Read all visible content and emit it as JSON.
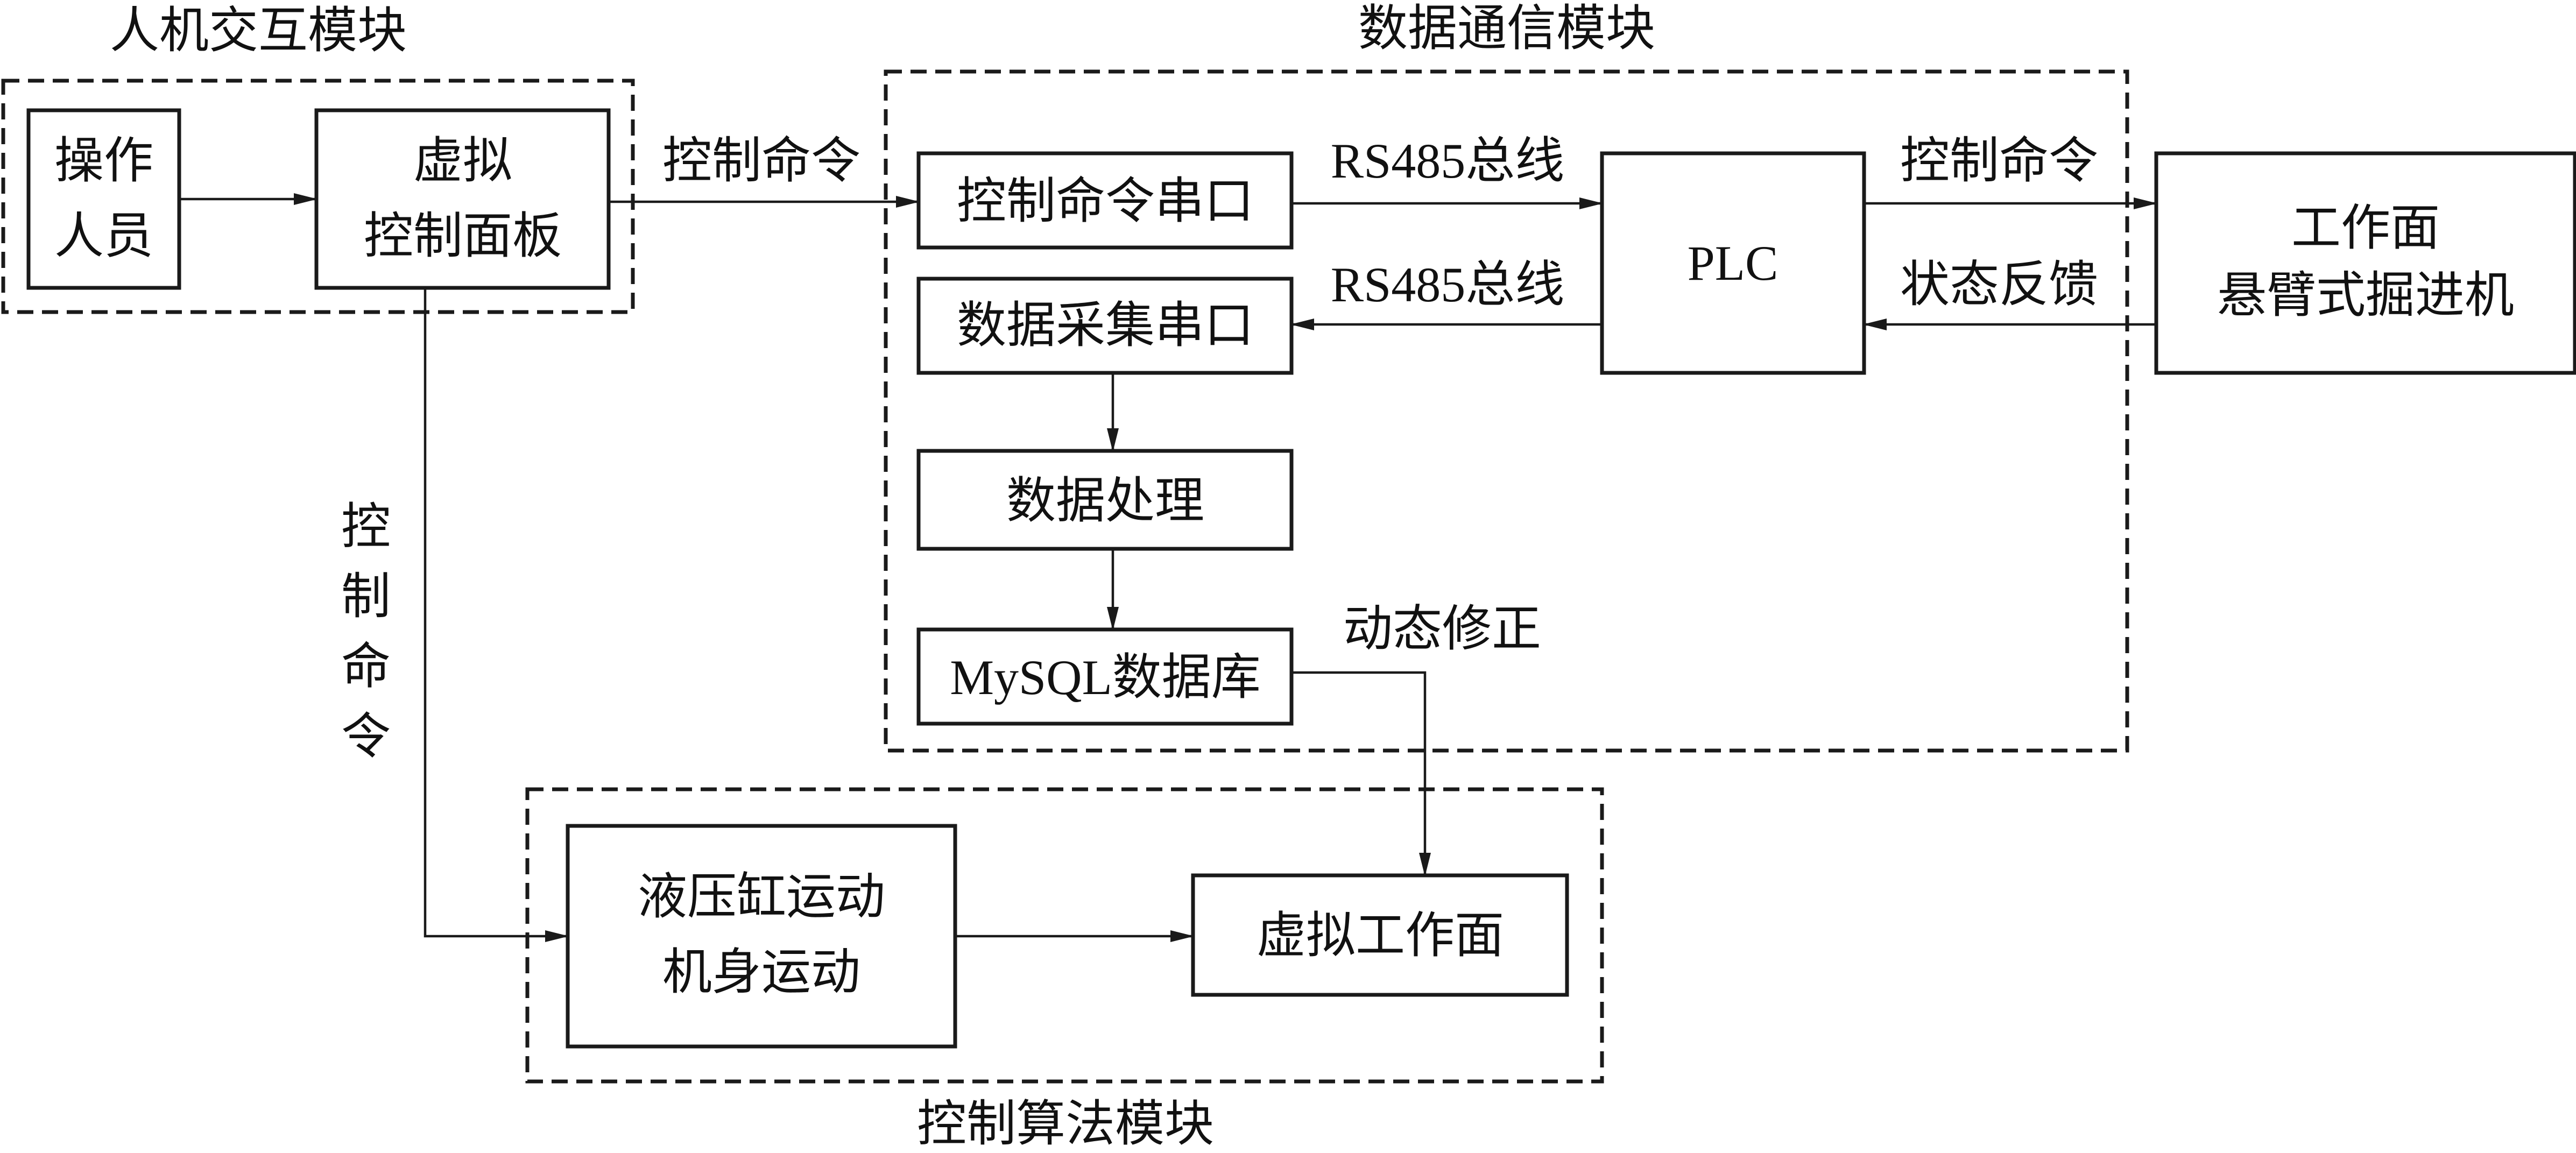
{
  "modules": {
    "hmi": "人机交互模块",
    "comm": "数据通信模块",
    "algo": "控制算法模块"
  },
  "nodes": {
    "operator": [
      "操作",
      "人员"
    ],
    "virtual_panel": [
      "虚拟",
      "控制面板"
    ],
    "cmd_port": "控制命令串口",
    "data_port": "数据采集串口",
    "plc": "PLC",
    "machine": [
      "工作面",
      "悬臂式掘进机"
    ],
    "processing": "数据处理",
    "database": "MySQL数据库",
    "cylinder": [
      "液压缸运动",
      "机身运动"
    ],
    "virtual_face": "虚拟工作面"
  },
  "edges": {
    "panel_to_port": "控制命令",
    "port_to_plc": "RS485总线",
    "plc_to_port": "RS485总线",
    "plc_to_machine": "控制命令",
    "machine_to_plc": "状态反馈",
    "db_to_face": "动态修正",
    "panel_to_cylinder": [
      "控",
      "制",
      "命",
      "令"
    ]
  },
  "colors": {
    "line": "#1a1a1a",
    "background": "#ffffff"
  }
}
